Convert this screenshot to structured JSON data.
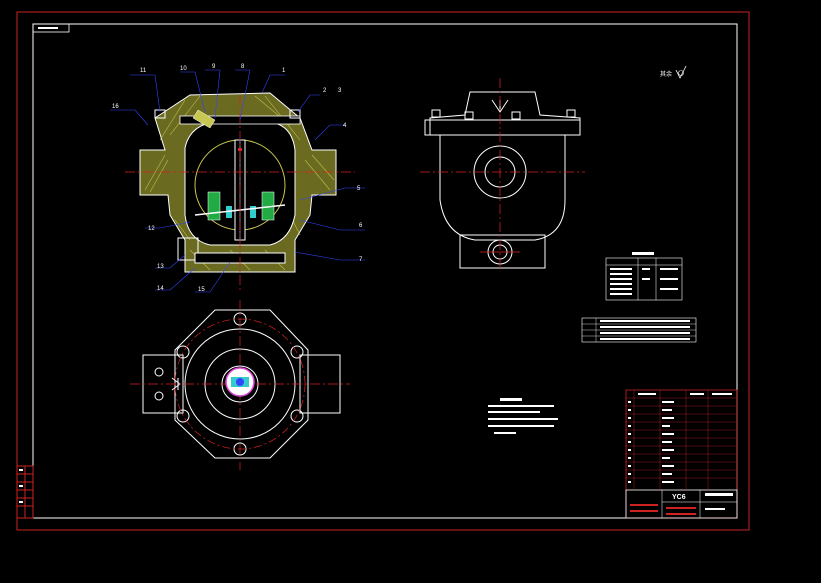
{
  "drawing": {
    "title_block_code": "YC6",
    "roughness_note": "其余",
    "part_numbers": [
      "1",
      "2",
      "3",
      "4",
      "5",
      "6",
      "7",
      "11",
      "10",
      "9",
      "8",
      "16",
      "12",
      "13",
      "14",
      "15"
    ]
  },
  "colors": {
    "background": "#000000",
    "border": "#cc2222",
    "frame": "#ffffff",
    "outline": "#ffffff",
    "hatch": "#c8c850",
    "centerline": "#dd2222",
    "leader": "#3344ff",
    "green_part": "#22aa44",
    "cyan_part": "#33cccc"
  }
}
